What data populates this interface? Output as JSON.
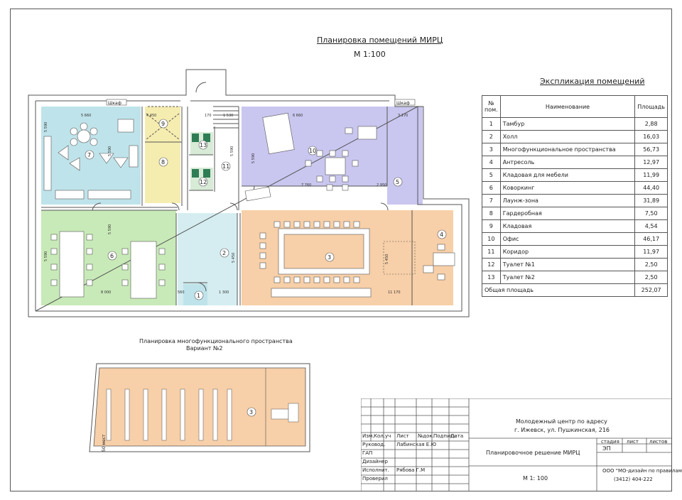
{
  "plan": {
    "title": "Планировка помещений МИРЦ",
    "scale": "М 1:100",
    "wardrobe_labels": [
      "Шкаф",
      "Шкаф"
    ],
    "room_numbers": [
      "1",
      "2",
      "3",
      "4",
      "5",
      "6",
      "7",
      "8",
      "9",
      "10",
      "11",
      "12",
      "13"
    ],
    "dimensions": [
      "5 660",
      "4 450",
      "1 530",
      "6 660",
      "3 170",
      "5 590",
      "5 590",
      "5 590",
      "7 760",
      "2 950",
      "8 000",
      "5 590",
      "5 450",
      "11 170",
      "1 300",
      "560",
      "5 590",
      "5 590",
      "5 450",
      "170",
      "170"
    ],
    "colors": {
      "room1": "#bfe3ea",
      "room2": "#d5edf0",
      "room3": "#f7cfa8",
      "room4": "#f7cfa8",
      "room5": "#c9c6ef",
      "room6": "#c8eab8",
      "room7": "#bfe3ea",
      "room8": "#f5ecb0",
      "room9": "#f5ecb0",
      "room10": "#c9c6ef",
      "room11": "#ffffff",
      "room12": "#d7ebd7",
      "room13": "#d7ebd7",
      "toilet": "#2e7d55"
    }
  },
  "variant": {
    "title_line1": "Планировка многофункционального пространства",
    "title_line2": "Вариант №2",
    "room_number": "3",
    "seats_label": "50 мест"
  },
  "explication": {
    "title": "Экспликация помещений",
    "headers": [
      "№ пом.",
      "Наименование",
      "Площадь"
    ],
    "rows": [
      [
        "1",
        "Тамбур",
        "2,88"
      ],
      [
        "2",
        "Холл",
        "16,03"
      ],
      [
        "3",
        "Многофункциональное пространства",
        "56,73"
      ],
      [
        "4",
        "Антресоль",
        "12,97"
      ],
      [
        "5",
        "Кладовая для мебели",
        "11,99"
      ],
      [
        "6",
        "Коворкинг",
        "44,40"
      ],
      [
        "7",
        "Лаунж-зона",
        "31,89"
      ],
      [
        "8",
        "Гардеробная",
        "7,50"
      ],
      [
        "9",
        "Кладовая",
        "4,54"
      ],
      [
        "10",
        "Офис",
        "46,17"
      ],
      [
        "11",
        "Коридор",
        "11,97"
      ],
      [
        "12",
        "Туалет №1",
        "2,50"
      ],
      [
        "13",
        "Туалет №2",
        "2,50"
      ]
    ],
    "total_label": "Общая площадь",
    "total_value": "252,07"
  },
  "stamp": {
    "address_line1": "Молодежный центр по адресу",
    "address_line2": "г. Ижевск, ул. Пушкинская, 216",
    "col_headers": [
      "Изм.",
      "Кол.уч",
      "Лист",
      "№док.",
      "Подпись",
      "Дата"
    ],
    "roles": [
      "Руковод.",
      "ГАП",
      "Дизайнер",
      "Исполнит.",
      "Проверил"
    ],
    "names": [
      "Лабинская Е.Ю",
      "",
      "",
      "Рябова Г.М",
      ""
    ],
    "sheet_title": "Планировочное решение МИРЦ",
    "scale": "М 1: 100",
    "stage_header": "стадия",
    "sheet_header": "лист",
    "sheets_header": "листов",
    "stage_value": "ЭП",
    "company": "ООО \"МО-дизайн по правилам\"",
    "phone": "(3412) 404-222"
  }
}
